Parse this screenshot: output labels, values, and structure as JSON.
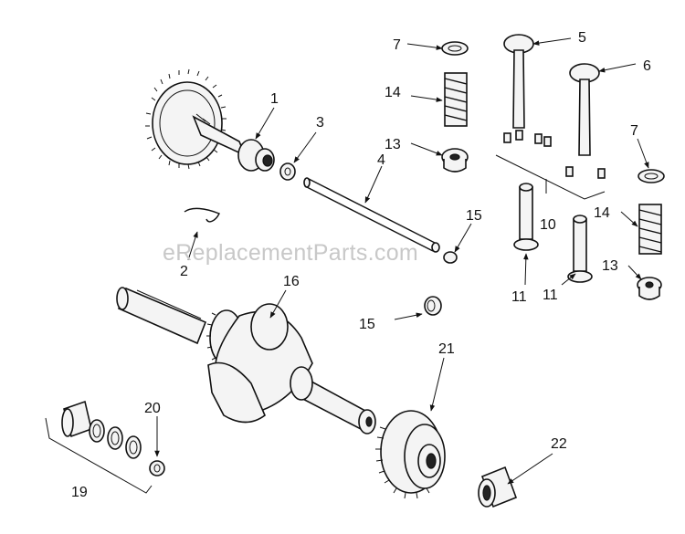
{
  "watermark": "eReplacementParts.com",
  "callouts": [
    {
      "id": "c1",
      "text": "1"
    },
    {
      "id": "c2",
      "text": "2"
    },
    {
      "id": "c3",
      "text": "3"
    },
    {
      "id": "c4",
      "text": "4"
    },
    {
      "id": "c5",
      "text": "5"
    },
    {
      "id": "c6",
      "text": "6"
    },
    {
      "id": "c7a",
      "text": "7"
    },
    {
      "id": "c7b",
      "text": "7"
    },
    {
      "id": "c10",
      "text": "10"
    },
    {
      "id": "c11a",
      "text": "11"
    },
    {
      "id": "c11b",
      "text": "11"
    },
    {
      "id": "c13a",
      "text": "13"
    },
    {
      "id": "c13b",
      "text": "13"
    },
    {
      "id": "c14a",
      "text": "14"
    },
    {
      "id": "c14b",
      "text": "14"
    },
    {
      "id": "c15a",
      "text": "15"
    },
    {
      "id": "c15b",
      "text": "15"
    },
    {
      "id": "c16",
      "text": "16"
    },
    {
      "id": "c19",
      "text": "19"
    },
    {
      "id": "c20",
      "text": "20"
    },
    {
      "id": "c21",
      "text": "21"
    },
    {
      "id": "c22",
      "text": "22"
    }
  ]
}
